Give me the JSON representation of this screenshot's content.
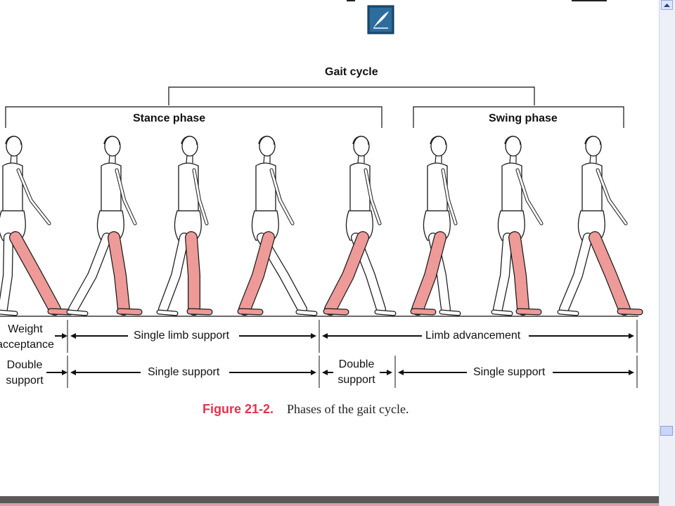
{
  "diagram": {
    "title": "Gait cycle",
    "phases": {
      "stance": "Stance phase",
      "swing": "Swing phase"
    },
    "row1": {
      "weight_acceptance": [
        "Weight",
        "acceptance"
      ],
      "single_limb_support": "Single limb support",
      "limb_advancement": "Limb advancement"
    },
    "row2": {
      "double_support_left": [
        "Double",
        "support"
      ],
      "single_support_left": "Single support",
      "double_support_mid": [
        "Double",
        "support"
      ],
      "single_support_right": "Single support"
    }
  },
  "caption": {
    "number": "Figure 21-2.",
    "text": "Phases of the gait cycle."
  },
  "colors": {
    "highlight_leg": "#ee9a98",
    "caption_accent": "#e4334f",
    "bottom_bar": "#595959"
  },
  "icons": {
    "toolbar": "quill-pen-icon"
  }
}
